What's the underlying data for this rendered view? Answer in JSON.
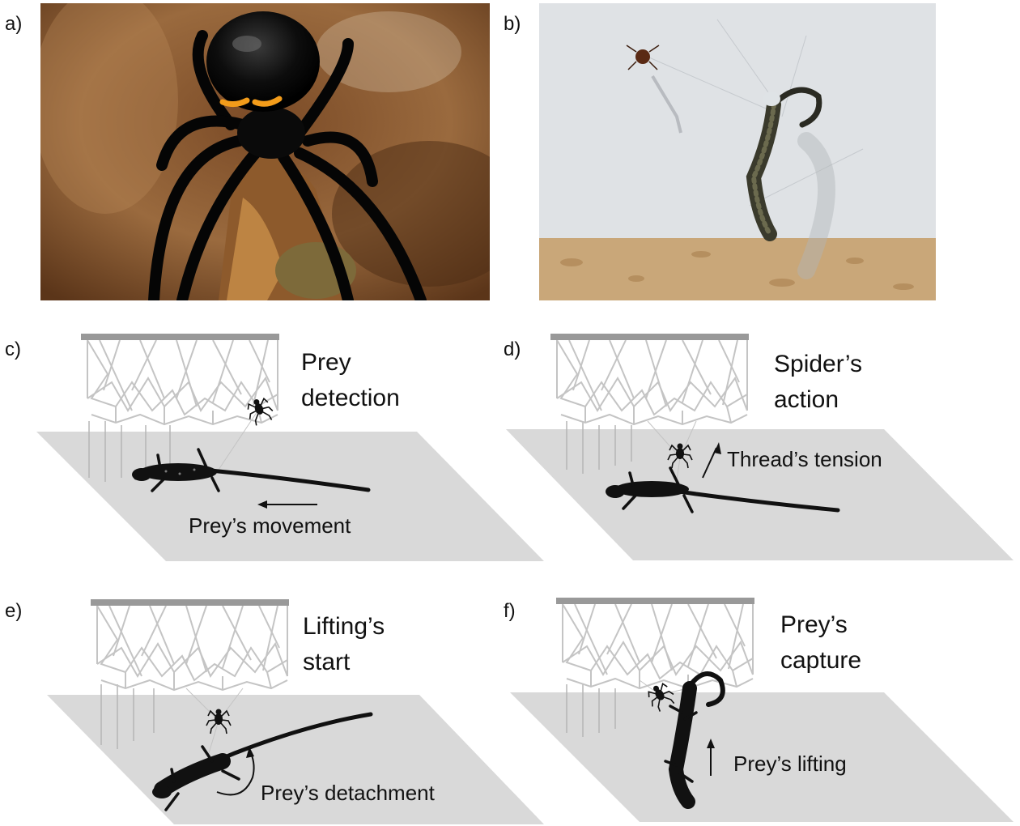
{
  "panels": {
    "a": {
      "label": "a)"
    },
    "b": {
      "label": "b)"
    },
    "c": {
      "label": "c)",
      "title_line1": "Prey",
      "title_line2": "detection",
      "annotation": "Prey’s movement"
    },
    "d": {
      "label": "d)",
      "title_line1": "Spider’s",
      "title_line2": "action",
      "annotation": "Thread’s tension"
    },
    "e": {
      "label": "e)",
      "title_line1": "Lifting’s",
      "title_line2": "start",
      "annotation": "Prey’s detachment"
    },
    "f": {
      "label": "f)",
      "title_line1": "Prey’s",
      "title_line2": "capture",
      "annotation": "Prey’s lifting"
    }
  },
  "colors": {
    "web": "#c4c4c4",
    "ceiling_bar": "#999999",
    "floor": "#d9d9d9",
    "animal": "#111111",
    "photo_a_background": "#8a5a32",
    "photo_b_wall": "#e6e9ec",
    "photo_b_floor": "#c9a779"
  }
}
